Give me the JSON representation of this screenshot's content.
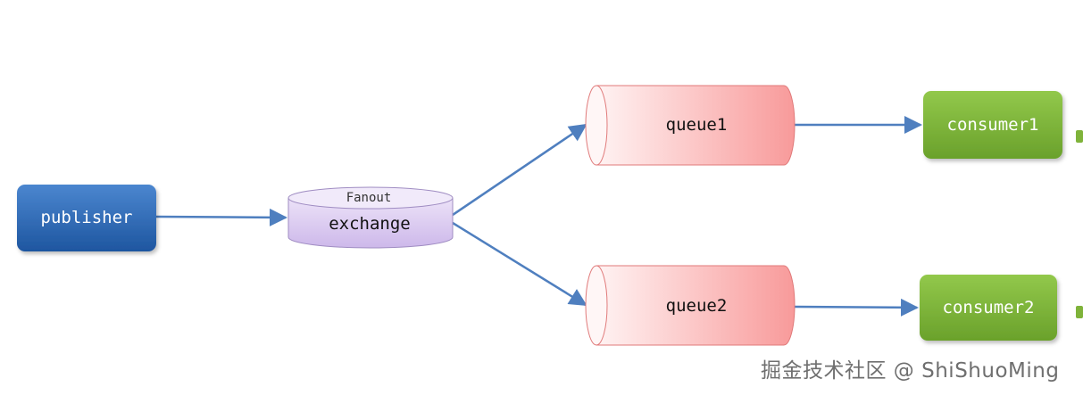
{
  "nodes": {
    "publisher": {
      "label": "publisher"
    },
    "exchange": {
      "label": "exchange",
      "type_label": "Fanout"
    },
    "queue1": {
      "label": "queue1"
    },
    "queue2": {
      "label": "queue2"
    },
    "consumer1": {
      "label": "consumer1"
    },
    "consumer2": {
      "label": "consumer2"
    }
  },
  "watermark": {
    "text": "掘金技术社区 @ ShiShuoMing"
  },
  "colors": {
    "publisher": "#2f6bb6",
    "exchange": "#dcccf0",
    "queue": "#f7a8a8",
    "consumer": "#7fb33a",
    "arrow": "#4f7fbf"
  }
}
